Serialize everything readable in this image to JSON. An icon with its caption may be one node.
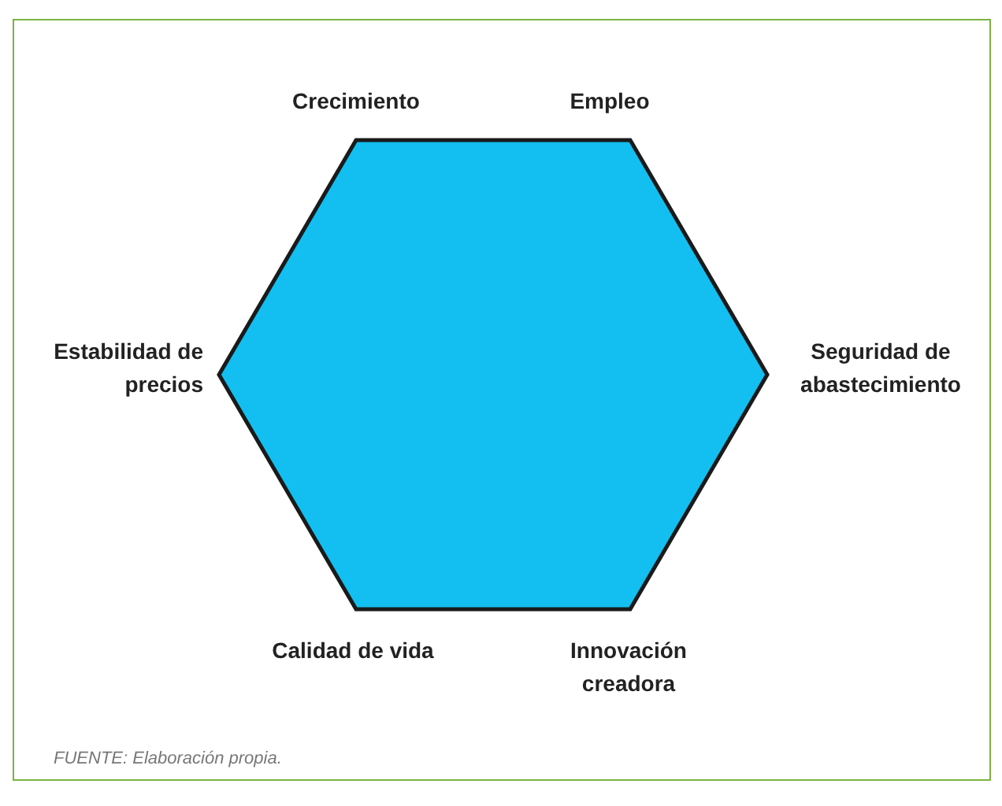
{
  "diagram": {
    "caption": "FUENTE: Elaboración propia.",
    "nodes": [
      {
        "text": [],
        "shape": "hexagon",
        "beside": [
          "Crecimiento",
          "Empleo",
          "Estabilidad de precios",
          "Seguridad de abastecimiento",
          "Calidad de vida",
          "Innovación creadora"
        ]
      }
    ]
  }
}
